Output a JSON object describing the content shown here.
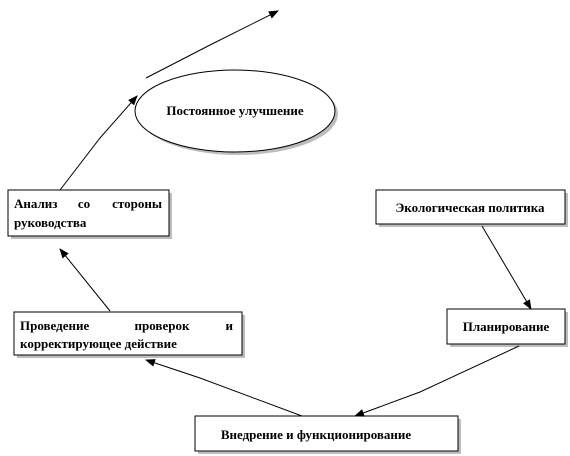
{
  "diagram": {
    "nodes": {
      "improvement": "Постоянное улучшение",
      "review_line1": "Анализ",
      "review_line1b": "со",
      "review_line1c": "стороны",
      "review_line2": "руководства",
      "policy": "Экологическая политика",
      "planning": "Планирование",
      "check_line1a": "Проведение",
      "check_line1b": "проверок",
      "check_line1c": "и",
      "check_line2": "корректирующее действие",
      "implementation": "Внедрение и функционирование"
    }
  }
}
